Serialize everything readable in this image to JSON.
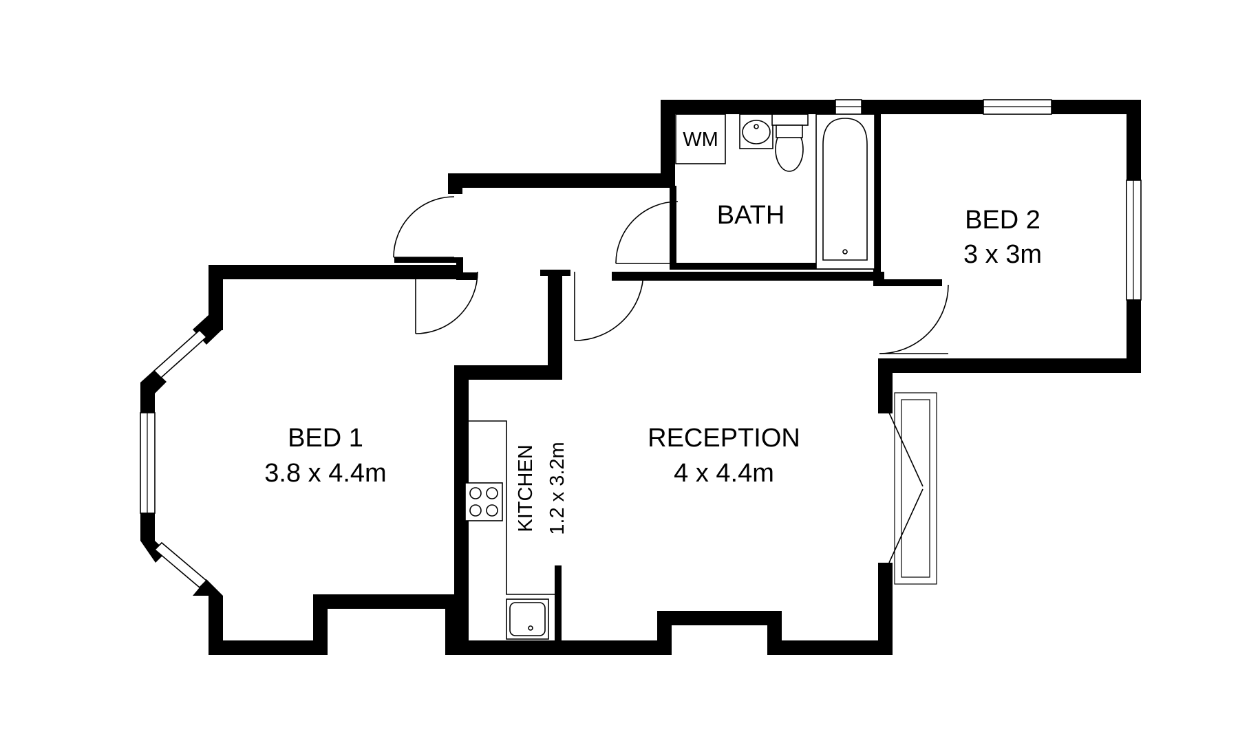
{
  "rooms": {
    "bed1": {
      "name": "BED 1",
      "size": "3.8 x 4.4m"
    },
    "bed2": {
      "name": "BED 2",
      "size": "3 x 3m"
    },
    "reception": {
      "name": "RECEPTION",
      "size": "4 x 4.4m"
    },
    "kitchen": {
      "name": "KITCHEN",
      "size": "1.2 x 3.2m"
    },
    "bath": {
      "name": "BATH"
    }
  },
  "fixtures": {
    "washing_machine": "WM"
  }
}
